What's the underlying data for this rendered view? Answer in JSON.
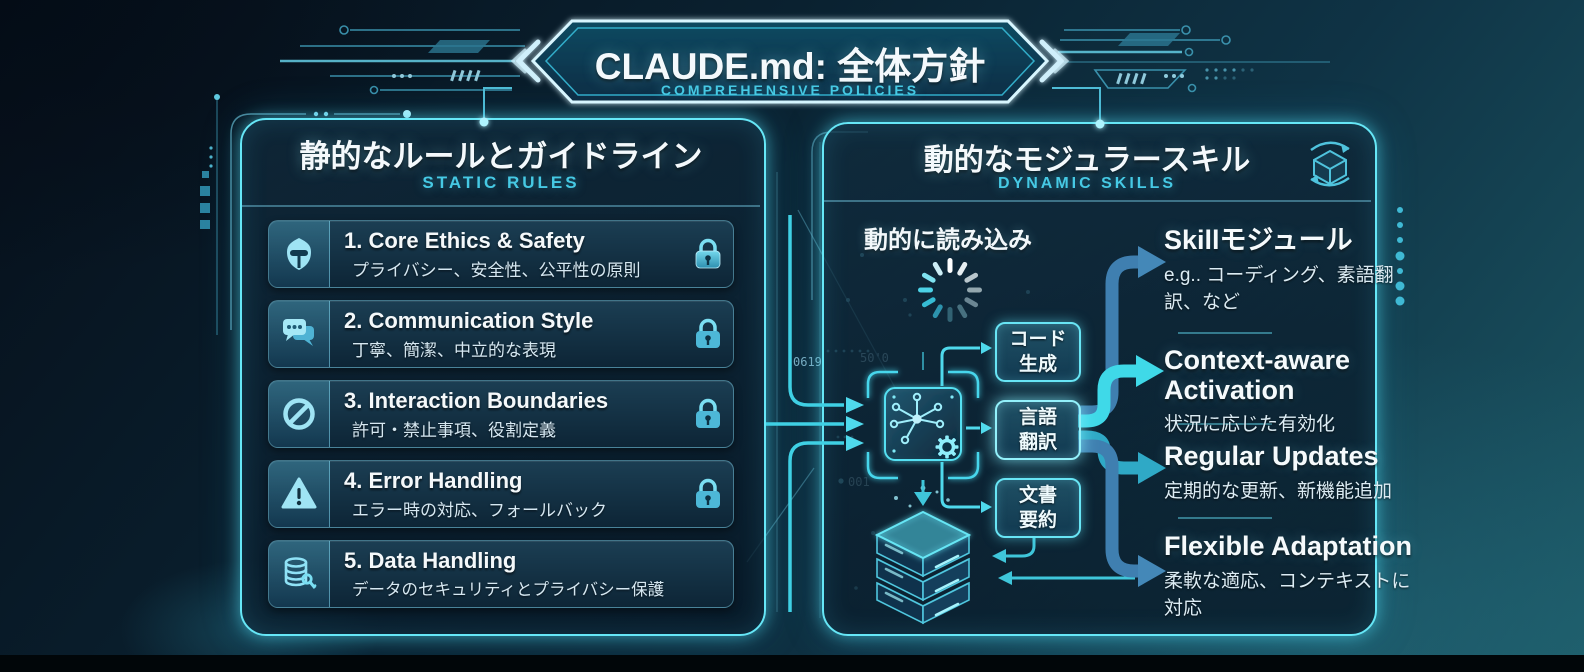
{
  "banner": {
    "title": "CLAUDE.md: 全体方針",
    "subtitle": "COMPREHENSIVE POLICIES"
  },
  "left_panel": {
    "title": "静的なルールとガイドライン",
    "subtitle": "STATIC RULES",
    "items": [
      {
        "icon": "helmet-shield-icon",
        "title": "1. Core Ethics & Safety",
        "desc": "プライバシー、安全性、公平性の原則",
        "locked": true
      },
      {
        "icon": "chat-bubbles-icon",
        "title": "2. Communication Style",
        "desc": "丁寧、簡潔、中立的な表現",
        "locked": true
      },
      {
        "icon": "prohibition-icon",
        "title": "3. Interaction Boundaries",
        "desc": "許可・禁止事項、役割定義",
        "locked": true
      },
      {
        "icon": "warning-icon",
        "title": "4. Error Handling",
        "desc": "エラー時の対応、フォールバック",
        "locked": true
      },
      {
        "icon": "database-key-icon",
        "title": "5. Data Handling",
        "desc": "データのセキュリティとプライバシー保護",
        "locked": false
      }
    ]
  },
  "right_panel": {
    "title": "動的なモジュラースキル",
    "subtitle": "DYNAMIC SKILLS",
    "loading_label": "動的に読み込み",
    "modules": [
      {
        "line1": "コード",
        "line2": "生成"
      },
      {
        "line1": "言語",
        "line2": "翻訳"
      },
      {
        "line1": "文書",
        "line2": "要約"
      }
    ],
    "outcomes": [
      {
        "title": "Skillモジュール",
        "desc": "e.g.. コーディング、素語翻訳、など"
      },
      {
        "title": "Context-aware Activation",
        "desc": "状況に応じた有効化"
      },
      {
        "title": "Regular Updates",
        "desc": "定期的な更新、新機能追加"
      },
      {
        "title": "Flexible Adaptation",
        "desc": "柔軟な適応、コンテキストに対応"
      }
    ]
  },
  "decor": {
    "digits": [
      "0619",
      "50'0",
      "001"
    ]
  },
  "colors": {
    "background_dark": "#0a2130",
    "background_teal": "#1d5a66",
    "panel_border": "#66e7f7",
    "accent_cyan": "#4fd8ef",
    "subtitle_cyan": "#46c9e4",
    "arrow_teal": "#3fd9e8",
    "arrow_blue": "#3f7fb0",
    "text_white": "#f4f9fc",
    "text_soft": "#d6e8f2"
  }
}
